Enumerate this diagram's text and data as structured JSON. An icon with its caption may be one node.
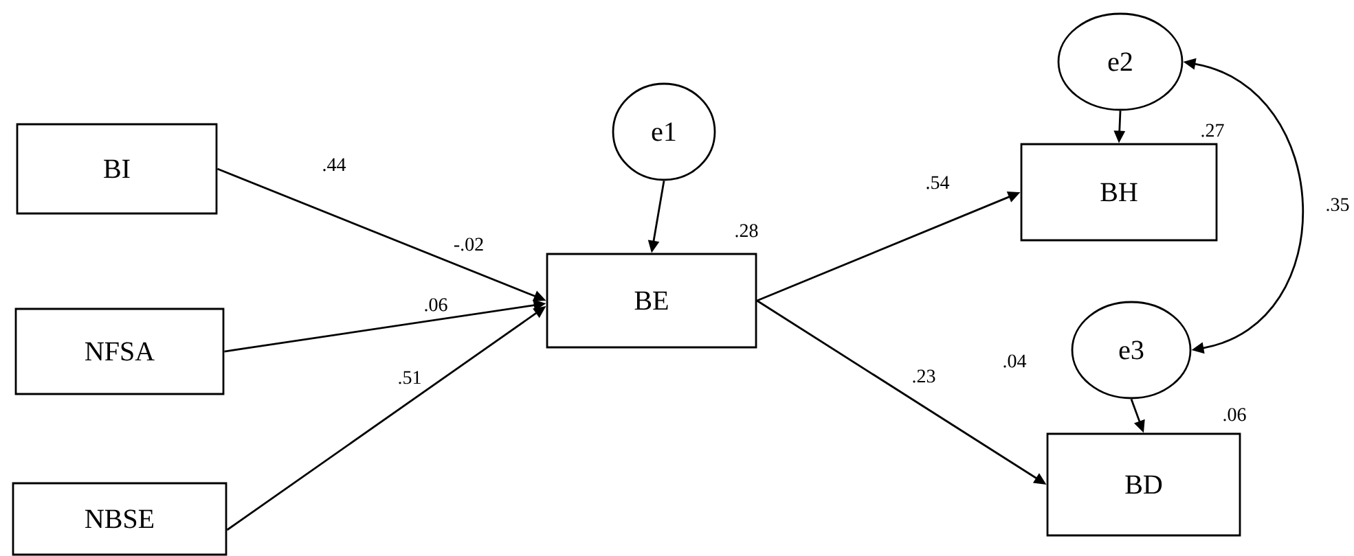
{
  "diagram": {
    "nodes": [
      {
        "text": [
          "BI"
        ]
      },
      {
        "text": [
          "NFSA"
        ]
      },
      {
        "text": [
          "NBSE"
        ]
      },
      {
        "text": [
          "e1"
        ]
      },
      {
        "text": [
          "BE"
        ]
      },
      {
        "text": [
          "e2"
        ]
      },
      {
        "text": [
          "BH"
        ]
      },
      {
        "text": [
          "e3"
        ]
      },
      {
        "text": [
          "BD"
        ]
      }
    ],
    "edges": [
      {
        "from": 0,
        "to": 4,
        "arrow": "to",
        "label": "-.02"
      },
      {
        "from": 1,
        "to": 4,
        "arrow": "to",
        "label": ".06"
      },
      {
        "from": 2,
        "to": 4,
        "arrow": "to",
        "label": ".51"
      },
      {
        "from": 3,
        "to": 4,
        "arrow": "to"
      },
      {
        "from": 4,
        "to": 6,
        "arrow": "to",
        "label": ".54"
      },
      {
        "from": 4,
        "to": 8,
        "arrow": "to",
        "label": ".23"
      },
      {
        "from": 5,
        "to": 6,
        "arrow": "to"
      },
      {
        "from": 7,
        "to": 8,
        "arrow": "to"
      },
      {
        "from": 5,
        "to": 7,
        "arrow": "both",
        "label": ".35"
      }
    ],
    "labels": [
      ".44",
      ".28",
      ".27",
      ".04",
      ".06"
    ]
  }
}
